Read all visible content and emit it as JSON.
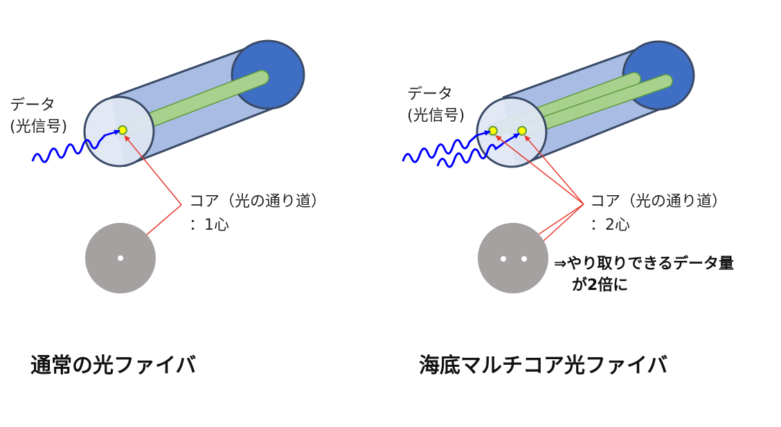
{
  "colors": {
    "cable_body": "#a9bde4",
    "cable_stroke": "#3a4a66",
    "cable_end_face": "#3f6fc5",
    "front_face": "#dfe6f3",
    "core_fill": "#a9d18e",
    "core_stroke": "#5b9a3b",
    "core_entry": "#ffff00",
    "signal_wave": "#0000ff",
    "pointer": "#e8362c",
    "cross_section": "#a6a1a1",
    "cross_core": "#ffffff"
  },
  "left": {
    "data_label_line1": "データ",
    "data_label_line2": "(光信号)",
    "core_label_line1": "コア（光の通り道）",
    "core_label_line2": "：1心",
    "title": "通常の光ファイバ"
  },
  "right": {
    "data_label_line1": "データ",
    "data_label_line2": "(光信号)",
    "core_label_line1": "コア（光の通り道）",
    "core_label_line2": "：2心",
    "note_line1": "⇒やり取りできるデータ量",
    "note_line2": "が2倍に",
    "title": "海底マルチコア光ファイバ"
  }
}
